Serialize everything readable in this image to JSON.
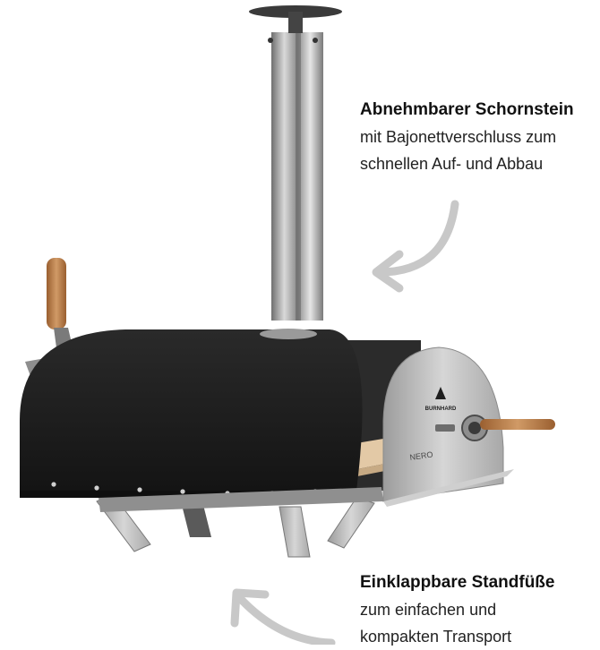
{
  "callouts": {
    "chimney": {
      "title": "Abnehmbarer Schornstein",
      "line1": "mit Bajonettverschluss zum",
      "line2": "schnellen Auf- und Abbau"
    },
    "legs": {
      "title": "Einklappbare Standfüße",
      "line1": "zum einfachen und",
      "line2": "kompakten Transport"
    }
  },
  "product": {
    "brand": "BURNHARD",
    "model": "NERO"
  },
  "colors": {
    "body": "#1b1b1b",
    "steel": "#b9b9b9",
    "wood": "#b8804e",
    "stone": "#e3c9a6",
    "arrow": "#c8c8c8"
  }
}
